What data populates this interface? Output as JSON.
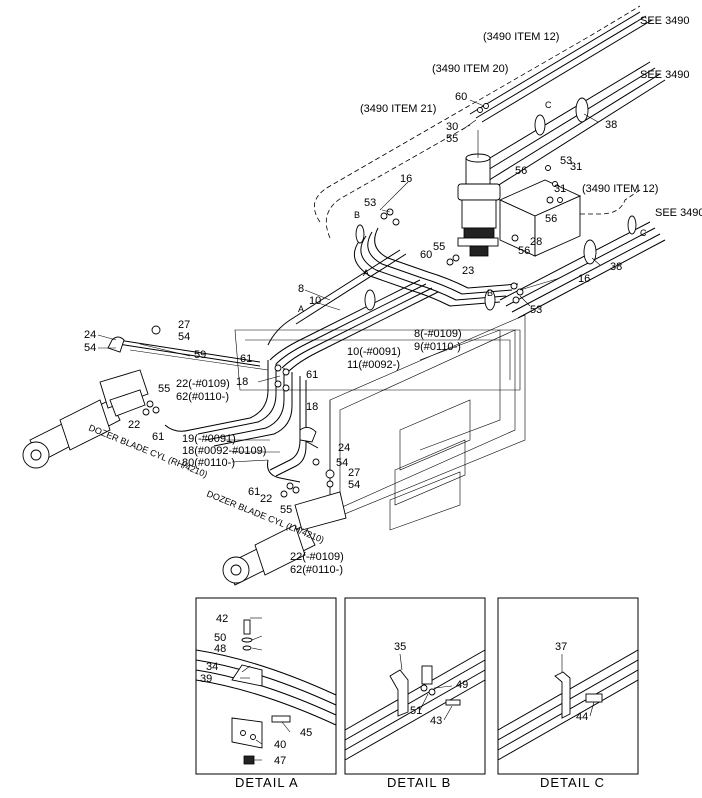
{
  "refs": {
    "see_top": "SEE 3490",
    "see_mid": "SEE 3490",
    "see_right": "SEE 3490",
    "item12_top": "(3490 ITEM 12)",
    "item20": "(3490 ITEM 20)",
    "item21": "(3490 ITEM 21)",
    "item12_right": "(3490 ITEM 12)"
  },
  "callouts": {
    "c60_top": "60",
    "c30": "30",
    "c55_top": "55",
    "c38_top": "38",
    "c53_top": "53",
    "c31_a": "31",
    "c56_a": "56",
    "c31_b": "31",
    "c56_b": "56",
    "c16_top": "16",
    "c53_left": "53",
    "c28": "28",
    "c55_mid": "55",
    "c60_mid": "60",
    "c56_mid": "56",
    "c23": "23",
    "c38_right": "38",
    "c16_right": "16",
    "c8": "8",
    "c10": "10",
    "c53_right": "53",
    "c8_0109": "8(-#0109)",
    "c9_0110": "9(#0110-)",
    "c10_0091": "10(-#0091)",
    "c11_0092": "11(#0092-)",
    "c24_left": "24",
    "c54_left": "54",
    "c27_left": "27",
    "c54_left2": "54",
    "c59": "59",
    "c61_a": "61",
    "c61_b": "61",
    "c18_a": "18",
    "c18_b": "18",
    "c22_0109_a": "22(-#0109)",
    "c62_0110_a": "62(#0110-)",
    "c55_left": "55",
    "c22_left": "22",
    "c61_left": "61",
    "c19_0091": "19(-#0091)",
    "c18_0092": "18(#0092-#0109)",
    "c80_0110": "80(#0110-)",
    "c24_low": "24",
    "c54_low": "54",
    "c27_low": "27",
    "c54_low2": "54",
    "c61_low": "61",
    "c22_low": "22",
    "c55_low": "55",
    "c22_0109_b": "22(-#0109)",
    "c62_0110_b": "62(#0110-)",
    "cyl_rh": "DOZER BLADE CYL (RH/4210)",
    "cyl_lh": "DOZER BLADE CYL (LH/4210)",
    "letter_A1": "A",
    "letter_A2": "A",
    "letter_B1": "B",
    "letter_B2": "B",
    "letter_C1": "C",
    "letter_C2": "C"
  },
  "details": {
    "a": {
      "caption": "DETAIL  A",
      "labels": [
        "42",
        "50",
        "48",
        "34",
        "39",
        "45",
        "40",
        "47"
      ]
    },
    "b": {
      "caption": "DETAIL  B",
      "labels": [
        "35",
        "49",
        "51",
        "43"
      ]
    },
    "c": {
      "caption": "DETAIL  C",
      "labels": [
        "37",
        "44"
      ]
    }
  }
}
